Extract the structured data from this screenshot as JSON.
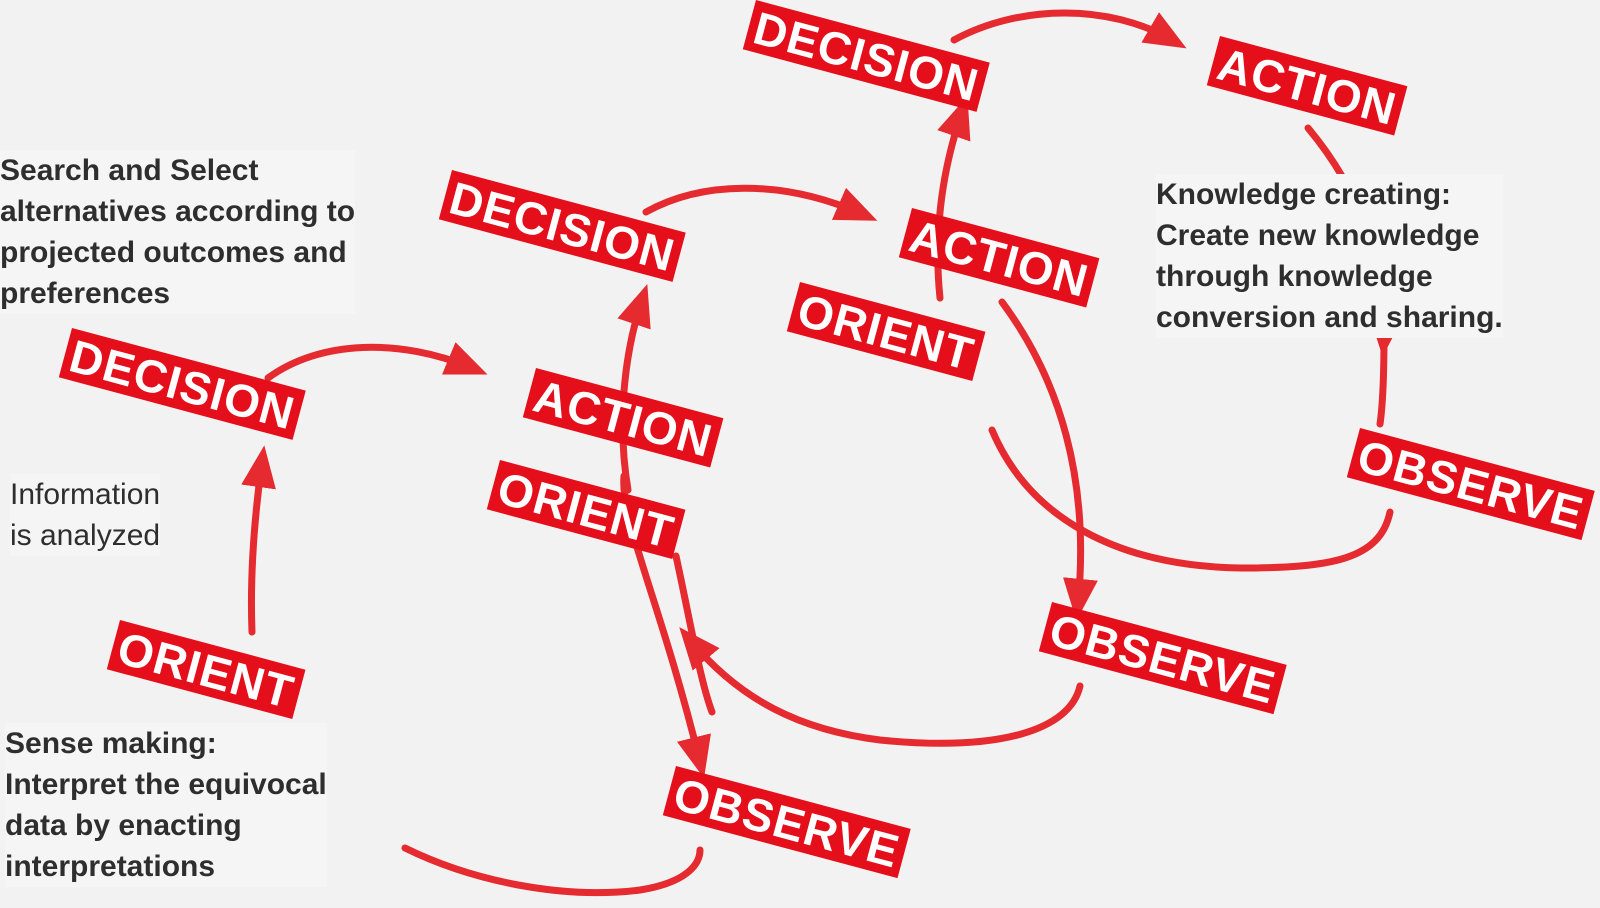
{
  "colors": {
    "accent": "#e50f1b",
    "background": "#f3f2f2",
    "text": "#2e2e2e"
  },
  "labels": {
    "decision": "DECISION",
    "action": "ACTION",
    "orient": "ORIENT",
    "observe": "OBSERVE"
  },
  "notes": {
    "search_select": [
      "Search and Select",
      "alternatives according to",
      "projected outcomes and",
      "preferences"
    ],
    "information": [
      "Information",
      "is analyzed"
    ],
    "sense_making": [
      "Sense making:",
      "Interpret the equivocal",
      "data by enacting",
      "interpretations"
    ],
    "knowledge_creating": [
      "Knowledge creating:",
      "Create new knowledge",
      "through knowledge",
      "conversion and sharing."
    ]
  }
}
